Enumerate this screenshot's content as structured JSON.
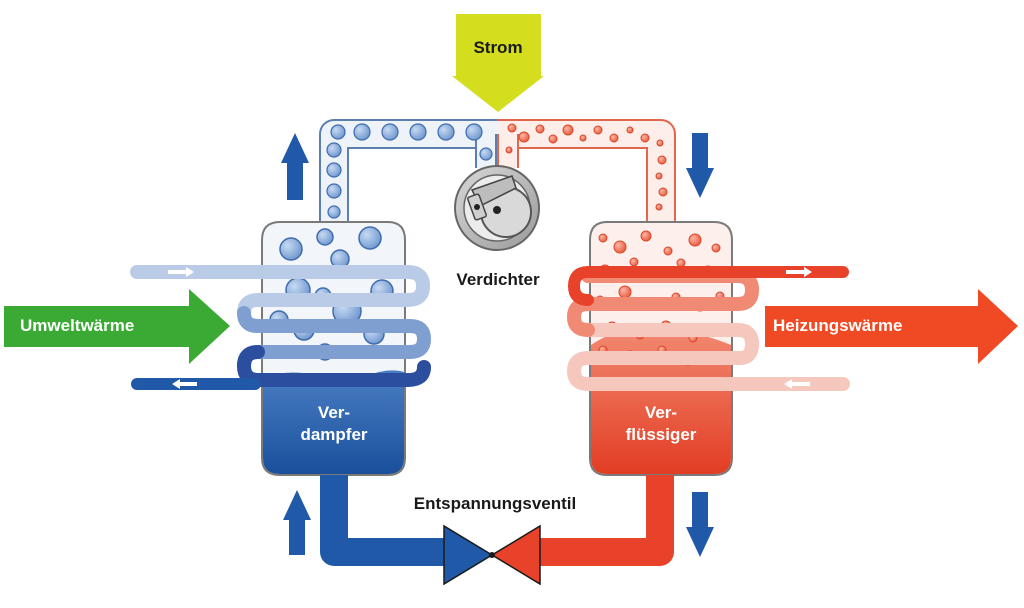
{
  "labels": {
    "power": "Strom",
    "compressor": "Verdichter",
    "ambient_heat": "Umweltwärme",
    "heating_heat": "Heizungswärme",
    "expansion_valve": "Entspannungsventil",
    "evaporator_line1": "Ver-",
    "evaporator_line2": "dampfer",
    "condenser_line1": "Ver-",
    "condenser_line2": "flüssiger"
  },
  "colors": {
    "power_arrow": "#d4de1e",
    "ambient_arrow": "#3aaa35",
    "heating_arrow": "#ef4a23",
    "cold_side": "#1f59a8",
    "hot_side": "#e8432a",
    "cold_bubble": "#8fb3df",
    "hot_bubble": "#f26b4f",
    "vessel_outline": "#777777"
  },
  "icons": {
    "flow_arrows": "arrow-icon",
    "compressor": "compressor-icon",
    "valve": "expansion-valve-icon"
  }
}
